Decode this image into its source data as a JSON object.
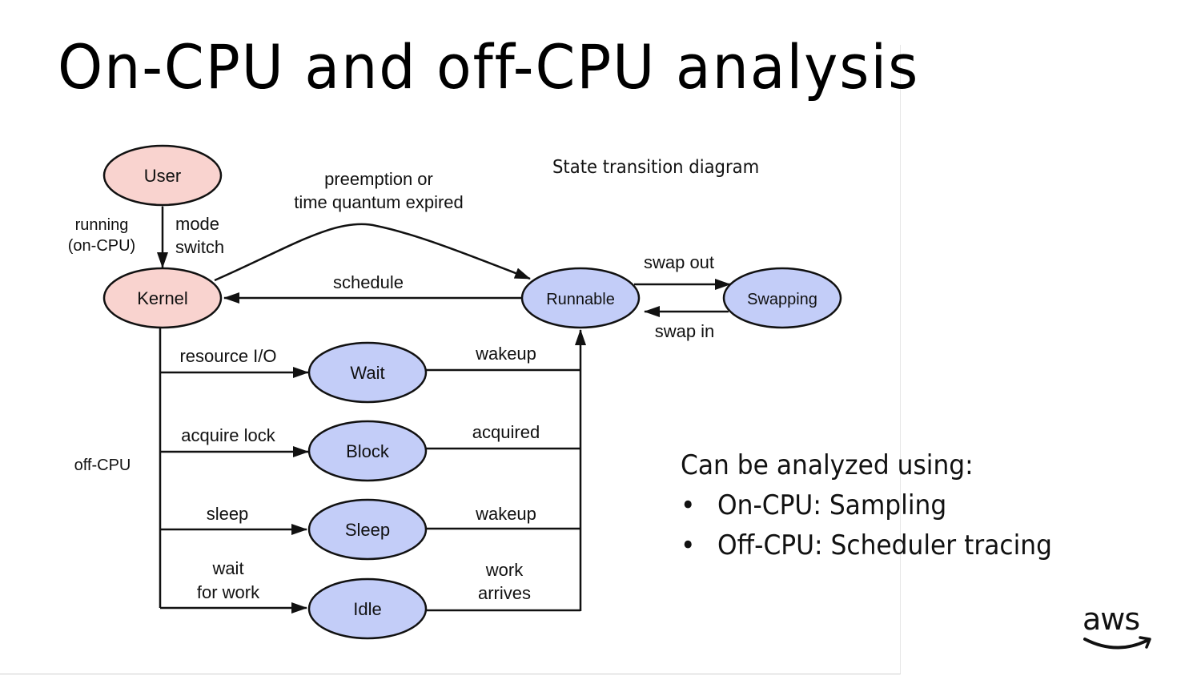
{
  "slide": {
    "title": "On-CPU and off-CPU analysis",
    "caption": "State transition diagram"
  },
  "diagram": {
    "nodes": {
      "user": "User",
      "kernel": "Kernel",
      "runnable": "Runnable",
      "swapping": "Swapping",
      "wait": "Wait",
      "block": "Block",
      "sleep": "Sleep",
      "idle": "Idle"
    },
    "edges": {
      "mode_switch_1": "mode",
      "mode_switch_2": "switch",
      "running_1": "running",
      "running_2": "(on-CPU)",
      "preemption_1": "preemption or",
      "preemption_2": "time quantum expired",
      "schedule": "schedule",
      "swap_out": "swap out",
      "swap_in": "swap in",
      "resource_io": "resource I/O",
      "wakeup_wait": "wakeup",
      "acquire_lock": "acquire lock",
      "acquired": "acquired",
      "sleep": "sleep",
      "wakeup_sleep": "wakeup",
      "wait_for_work_1": "wait",
      "wait_for_work_2": "for work",
      "work_arrives_1": "work",
      "work_arrives_2": "arrives",
      "off_cpu": "off-CPU"
    },
    "colors": {
      "on_cpu_fill": "#f9d3cf",
      "off_cpu_fill": "#c3cdf8",
      "stroke": "#111111"
    }
  },
  "analysis": {
    "heading": "Can be analyzed using:",
    "items": [
      "On-CPU: Sampling",
      "Off-CPU: Scheduler tracing"
    ]
  },
  "branding": {
    "logo_text": "aws"
  }
}
